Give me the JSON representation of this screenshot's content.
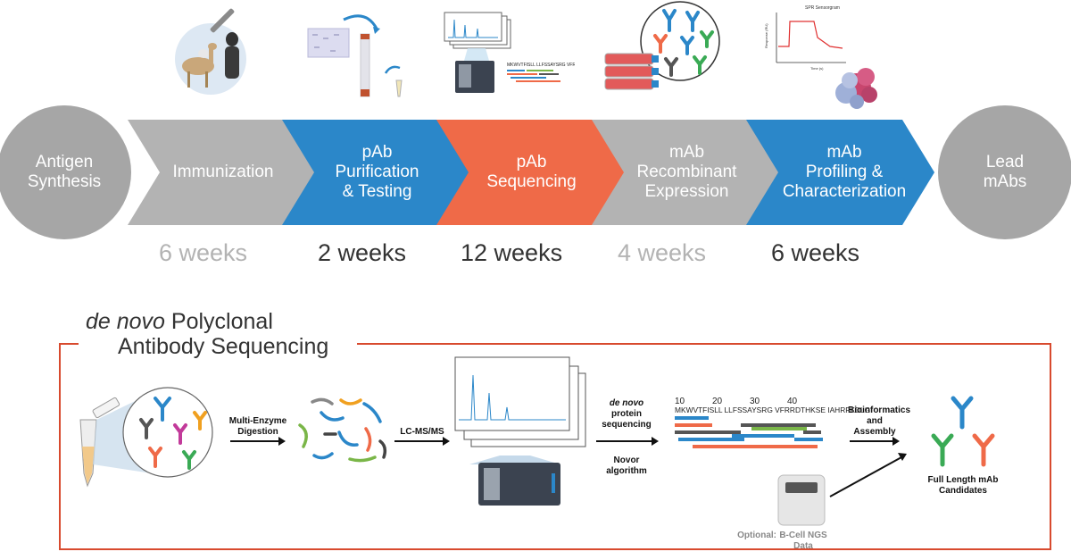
{
  "colors": {
    "gray": "#b3b3b3",
    "blue": "#2b87c9",
    "orange": "#ef6a48",
    "frame": "#d84a2e",
    "circle": "#a6a6a6",
    "light_weeks": "#b3b3b3",
    "dark_weeks": "#333333"
  },
  "pipeline": {
    "start": {
      "line1": "Antigen",
      "line2": "Synthesis"
    },
    "steps": [
      {
        "lines": [
          "Immunization"
        ],
        "weeks": "6 weeks",
        "color": "gray"
      },
      {
        "lines": [
          "pAb",
          "Purification",
          "& Testing"
        ],
        "weeks": "2 weeks",
        "color": "blue"
      },
      {
        "lines": [
          "pAb",
          "Sequencing"
        ],
        "weeks": "12 weeks",
        "color": "orange"
      },
      {
        "lines": [
          "mAb",
          "Recombinant",
          "Expression"
        ],
        "weeks": "4 weeks",
        "color": "gray"
      },
      {
        "lines": [
          "mAb",
          "Profiling &",
          "Characterization"
        ],
        "weeks": "6 weeks",
        "color": "blue"
      }
    ],
    "end": {
      "line1": "Lead",
      "line2": "mAbs"
    }
  },
  "detail": {
    "title_italic": "de novo",
    "title_rest": " Polyclonal",
    "title_line2": "Antibody Sequencing",
    "step_digestion": "Multi-Enzyme Digestion",
    "step_lcms": "LC-MS/MS",
    "denovo_italic": "de novo",
    "denovo_rest": "protein sequencing",
    "novor": "Novor algorithm",
    "bioinfo": "Bioinformatics and Assembly",
    "optional": "Optional:",
    "ngs": "B-Cell NGS Data",
    "result": "Full Length mAb Candidates",
    "seq_numbers": [
      "10",
      "20",
      "30",
      "40"
    ],
    "sequence": "MKWVTFISLL LLFSSAYSRG VFRRDTHKSE IAHRFKDLGI",
    "chart_title": "SPR Sensorgram",
    "chart_xlabel": "Time (s)",
    "chart_ylabel": "Response (RU)"
  }
}
